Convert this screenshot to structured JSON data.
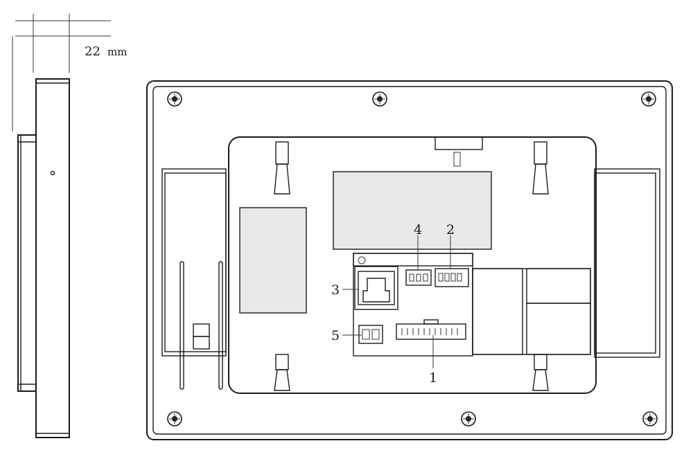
{
  "dimension": {
    "value": "22",
    "unit": "mm"
  },
  "callouts": [
    {
      "label": "1"
    },
    {
      "label": "2"
    },
    {
      "label": "3"
    },
    {
      "label": "4"
    },
    {
      "label": "5"
    }
  ]
}
